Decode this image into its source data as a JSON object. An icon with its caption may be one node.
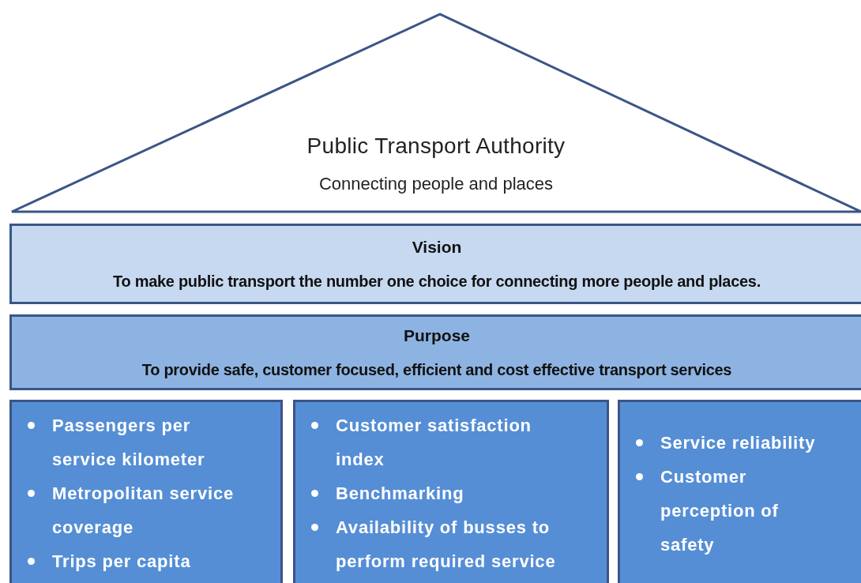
{
  "diagram": {
    "nodes": [
      {
        "text": [
          "Public Transport Authority",
          "Connecting people and places"
        ]
      },
      {
        "text": [
          "Vision",
          "To make public transport the number one choice for connecting more people and places."
        ]
      },
      {
        "text": [
          "Purpose",
          "To provide safe, customer focused, efficient and cost effective transport services"
        ]
      },
      {
        "text": [
          "Passengers per service kilometer",
          "Metropolitan service coverage",
          "Trips per capita"
        ]
      },
      {
        "text": [
          "Customer satisfaction index",
          "Benchmarking",
          "Availability of busses to perform required service"
        ]
      },
      {
        "text": [
          "Service reliability",
          "Customer perception of safety"
        ]
      }
    ]
  }
}
